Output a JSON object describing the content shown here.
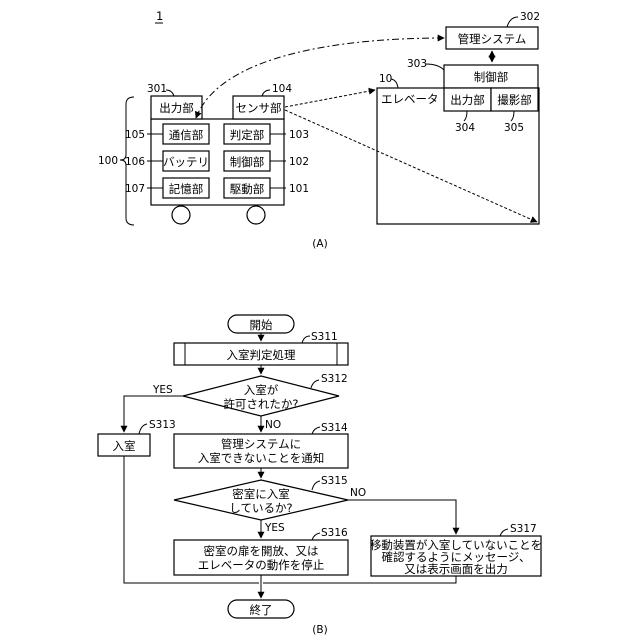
{
  "figure_number": "1",
  "part_a": {
    "label": "(A)",
    "robot": {
      "ref": "100",
      "output_unit": {
        "ref": "301",
        "label": "出力部"
      },
      "sensor_unit": {
        "ref": "104",
        "label": "センサ部"
      },
      "blocks": [
        {
          "ref": "105",
          "label": "通信部"
        },
        {
          "ref": "103",
          "label": "判定部"
        },
        {
          "ref": "106",
          "label": "バッテリ"
        },
        {
          "ref": "102",
          "label": "制御部"
        },
        {
          "ref": "107",
          "label": "記憶部"
        },
        {
          "ref": "101",
          "label": "駆動部"
        }
      ]
    },
    "management_system": {
      "ref": "302",
      "label": "管理システム"
    },
    "elevator": {
      "ref": "10",
      "label": "エレベータ",
      "control_unit": {
        "ref": "303",
        "label": "制御部"
      },
      "output_unit": {
        "ref": "304",
        "label": "出力部"
      },
      "camera_unit": {
        "ref": "305",
        "label": "撮影部"
      }
    }
  },
  "part_b": {
    "label": "(B)",
    "start": "開始",
    "end": "終了",
    "s311": {
      "step": "S311",
      "label": "入室判定処理"
    },
    "s312": {
      "step": "S312",
      "line1": "入室が",
      "line2": "許可されたか?"
    },
    "s313": {
      "step": "S313",
      "label": "入室"
    },
    "s314": {
      "step": "S314",
      "line1": "管理システムに",
      "line2": "入室できないことを通知"
    },
    "s315": {
      "step": "S315",
      "line1": "密室に入室",
      "line2": "しているか?"
    },
    "s316": {
      "step": "S316",
      "line1": "密室の扉を開放、又は",
      "line2": "エレベータの動作を停止"
    },
    "s317": {
      "step": "S317",
      "line1": "移動装置が入室していないことを",
      "line2": "確認するようにメッセージ、",
      "line3": "又は表示画面を出力"
    },
    "yes": "YES",
    "no": "NO"
  }
}
